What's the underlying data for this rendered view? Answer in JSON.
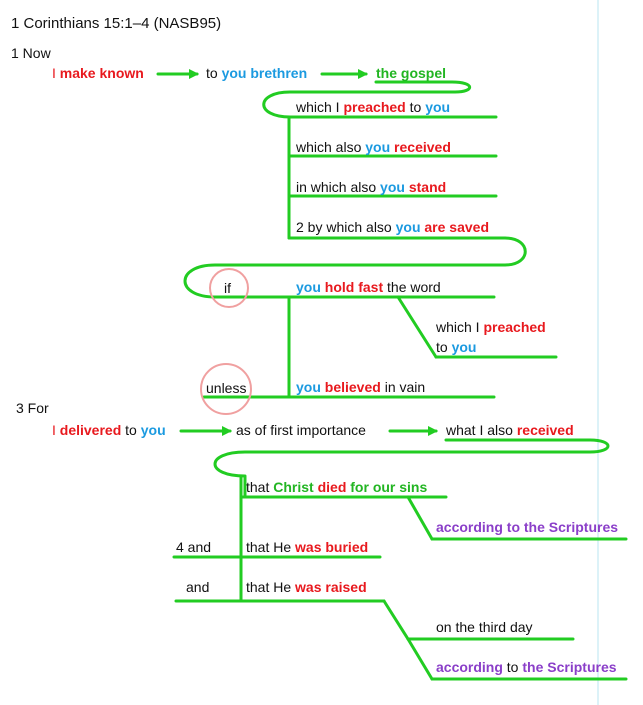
{
  "title": "1 Corinthians 15:1–4 (NASB95)",
  "colors": {
    "line": "#22cc22",
    "verb": "#e8191e",
    "pronoun": "#1b9ae0",
    "gospel": "#22b522",
    "scripture": "#8b3fc9",
    "circle": "#f0a0a0",
    "margin_rule": "#b8e4f0"
  },
  "verse1": {
    "number": "1 Now",
    "subject": "I",
    "verb": "make known",
    "to": "to",
    "you": "you",
    "brethren": "brethren",
    "object": "the gospel",
    "clauses": [
      {
        "a": "which I",
        "b": "preached",
        "c": "to",
        "d": "you"
      },
      {
        "a": "which also",
        "b": "you",
        "c": "received"
      },
      {
        "a": "in which also",
        "b": "you",
        "c": "stand"
      }
    ],
    "clause4": {
      "a": "2 by which also",
      "b": "you",
      "c": "are saved"
    }
  },
  "verse2": {
    "if_word": "if",
    "unless_word": "unless",
    "hold": {
      "a": "you",
      "b": "hold fast",
      "c": "the word"
    },
    "which_preached": {
      "a": "which I",
      "b": "preached",
      "c": "to",
      "d": "you"
    },
    "believed": {
      "a": "you",
      "b": "believed",
      "c": "in vain"
    }
  },
  "verse3": {
    "number": "3 For",
    "subject": "I",
    "verb": "delivered",
    "to": "to",
    "you": "you",
    "importance": "as of first importance",
    "what": "what I also",
    "received": "received",
    "christ": {
      "a": "that",
      "b": "Christ",
      "c": "died",
      "d": "for our sins"
    },
    "according1": "according to the Scriptures"
  },
  "verse4": {
    "and_num": "4 and",
    "buried": {
      "a": "that He",
      "b": "was buried"
    },
    "and2": "and",
    "raised": {
      "a": "that He",
      "b": "was raised"
    },
    "third_day": "on the third day",
    "according2": {
      "a": "according",
      "b": "to",
      "c": "the Scriptures"
    }
  }
}
